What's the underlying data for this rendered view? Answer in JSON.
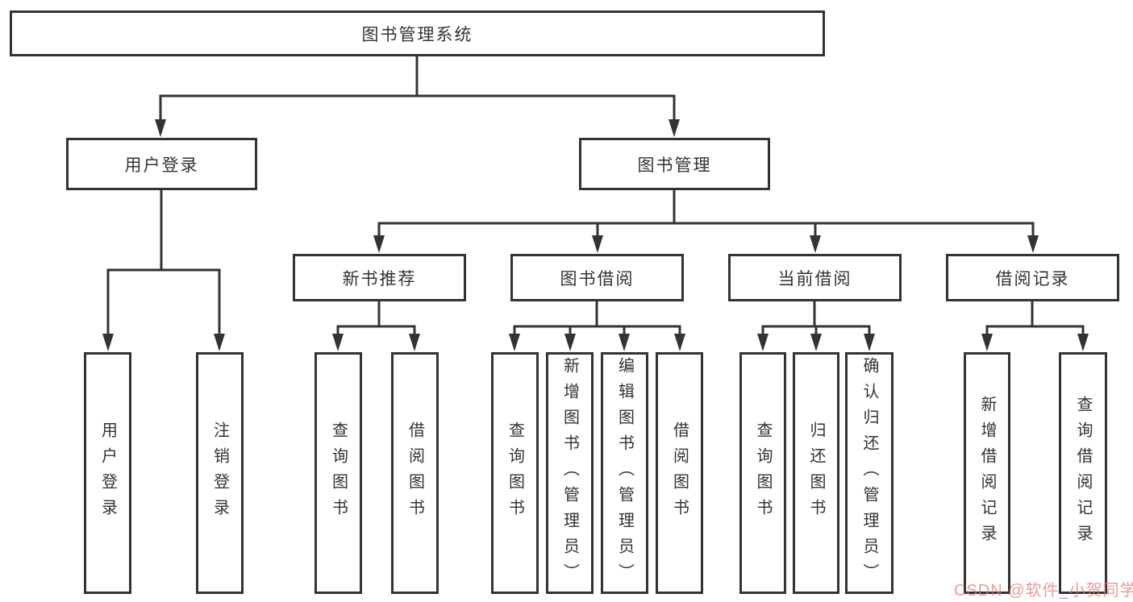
{
  "colors": {
    "line": "#333333",
    "box_border": "#333333",
    "text": "#333333",
    "background": "#ffffff",
    "watermark": "#e17878"
  },
  "nodes": {
    "root": {
      "label": "图书管理系统"
    },
    "level2": [
      {
        "label": "用户登录"
      },
      {
        "label": "图书管理"
      }
    ],
    "level3": [
      {
        "label": "新书推荐",
        "parent": "图书管理"
      },
      {
        "label": "图书借阅",
        "parent": "图书管理"
      },
      {
        "label": "当前借阅",
        "parent": "图书管理"
      },
      {
        "label": "借阅记录",
        "parent": "图书管理"
      }
    ],
    "leaves": [
      {
        "label": "用户登录",
        "parent": "用户登录"
      },
      {
        "label": "注销登录",
        "parent": "用户登录"
      },
      {
        "label": "查询图书",
        "parent": "新书推荐"
      },
      {
        "label": "借阅图书",
        "parent": "新书推荐"
      },
      {
        "label": "查询图书",
        "parent": "图书借阅"
      },
      {
        "label": "新增图书（管理员）",
        "parent": "图书借阅"
      },
      {
        "label": "编辑图书（管理员）",
        "parent": "图书借阅"
      },
      {
        "label": "借阅图书",
        "parent": "图书借阅"
      },
      {
        "label": "查询图书",
        "parent": "当前借阅"
      },
      {
        "label": "归还图书",
        "parent": "当前借阅"
      },
      {
        "label": "确认归还（管理员）",
        "parent": "当前借阅"
      },
      {
        "label": "新增借阅记录",
        "parent": "借阅记录"
      },
      {
        "label": "查询借阅记录",
        "parent": "借阅记录"
      }
    ]
  },
  "watermark": {
    "text": "CSDN @软件_小贺同学"
  }
}
